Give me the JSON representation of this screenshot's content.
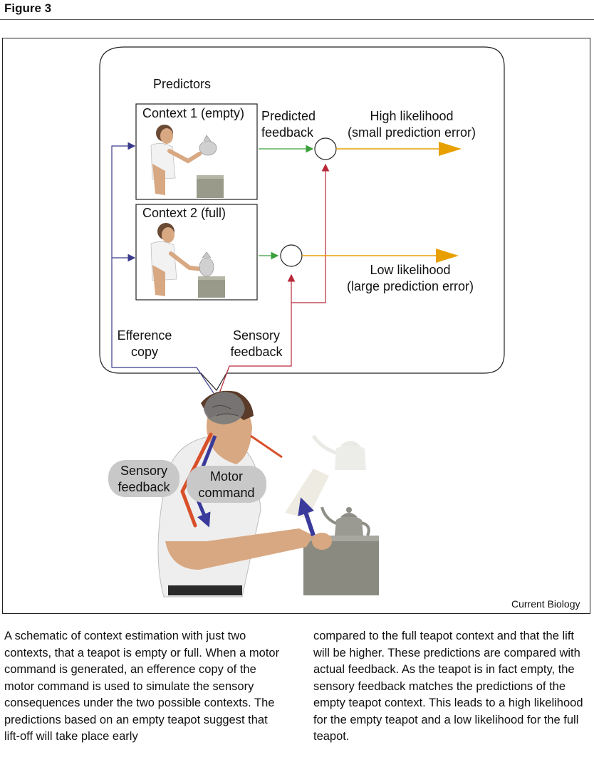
{
  "figure_label": "Figure 3",
  "predictors_label": "Predictors",
  "context1_label": "Context 1 (empty)",
  "context2_label": "Context 2 (full)",
  "predicted_feedback_label": "Predicted\nfeedback",
  "high_likelihood_label": "High likelihood\n(small prediction error)",
  "low_likelihood_label": "Low likelihood\n(large prediction error)",
  "efference_copy_label": "Efference\ncopy",
  "sensory_feedback_top_label": "Sensory\nfeedback",
  "sensory_feedback_bubble_label": "Sensory\nfeedback",
  "motor_command_bubble_label": "Motor\ncommand",
  "credit": "Current Biology",
  "caption_left": "A schematic of context estimation with just two contexts, that a teapot is empty or full. When a motor command is generated, an efference copy of the motor command is used to simulate the sensory consequences under the two possible contexts. The predictions based on an empty teapot suggest that lift-off will take place early",
  "caption_right": "compared to the full teapot context and that the lift will be higher. These predictions are compared with actual feedback. As the teapot is in fact empty, the sensory feedback matches the predictions of the empty teapot context. This leads to a high likelihood for the empty teapot and a low likelihood for the full teapot.",
  "colors": {
    "efference": "#3a3a8c",
    "sensory": "#b8283a",
    "predicted": "#3aa03a",
    "likelihood": "#e8a000",
    "bubble": "#c8c8c8",
    "arm_arrow_red": "#d8502a",
    "arm_arrow_blue": "#3a3a9c"
  },
  "icons": [
    "person-lifting-teapot-icon",
    "teapot-icon",
    "brain-icon"
  ]
}
